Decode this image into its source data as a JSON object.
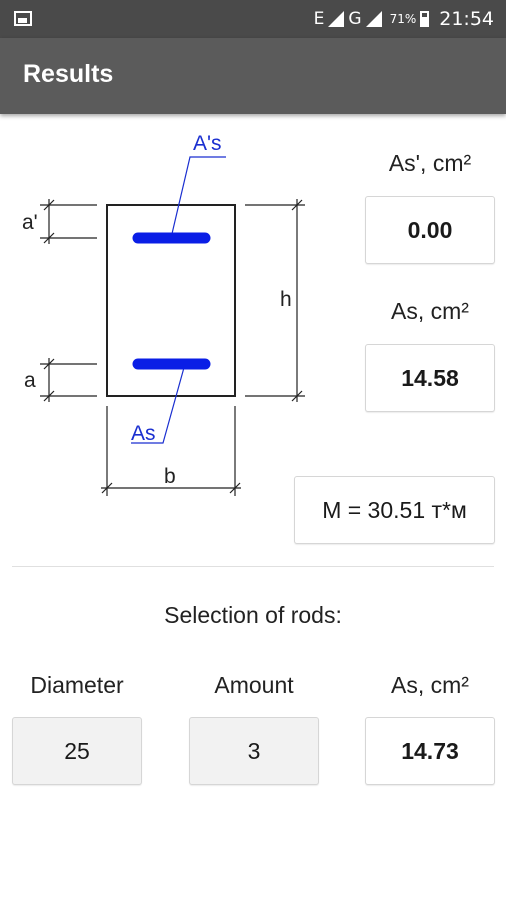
{
  "status_bar": {
    "network_e": "E",
    "network_g": "G",
    "battery_percent": "71%",
    "time": "21:54"
  },
  "app_bar": {
    "title": "Results"
  },
  "diagram": {
    "label_top_rebar": "A's",
    "label_bottom_rebar": "As",
    "label_a_prime": "a'",
    "label_a": "a",
    "label_h": "h",
    "label_b": "b",
    "rebar_color": "#0a1ee6",
    "leader_color": "#1a2fd0"
  },
  "results": {
    "as_prime_label": "As', cm²",
    "as_prime_value": "0.00",
    "as_label": "As, cm²",
    "as_value": "14.58",
    "moment": "M = 30.51 т*м"
  },
  "selection": {
    "heading": "Selection of rods:",
    "diameter_label": "Diameter",
    "amount_label": "Amount",
    "as_label": "As, cm²",
    "diameter_value": "25",
    "amount_value": "3",
    "as_value": "14.73"
  }
}
